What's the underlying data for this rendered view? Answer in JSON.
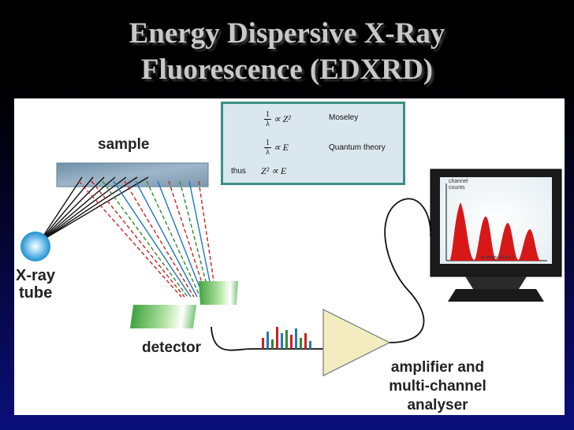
{
  "title": {
    "line1": "Energy Dispersive X-Ray",
    "line2": "Fluorescence (EDXRD)"
  },
  "diagram": {
    "sample_label": "sample",
    "xray_label_line1": "X-ray",
    "xray_label_line2": "tube",
    "detector_label": "detector",
    "amplifier_label_line1": "amplifier and",
    "amplifier_label_line2": "multi-channel",
    "amplifier_label_line3": "analyser",
    "monitor_ylabel_line1": "channel",
    "monitor_ylabel_line2": "counts",
    "monitor_xlabel": "energy (KeV)"
  },
  "formulas": {
    "row1_num": "1",
    "row1_den": "λ",
    "row1_expr": "∝ Z²",
    "row1_name": "Moseley",
    "row2_num": "1",
    "row2_den": "λ",
    "row2_expr": "∝ E",
    "row2_name": "Quantum theory",
    "row3_prefix": "thus",
    "row3_expr": "Z² ∝ E"
  },
  "colors": {
    "beam_black": "#111111",
    "beam_red": "#cc2222",
    "beam_blue": "#2277bb",
    "beam_green": "#338833",
    "spectrum_red": "#d81818",
    "detector_green": "#3fa33f",
    "amplifier_fill": "#f2ecc0"
  }
}
